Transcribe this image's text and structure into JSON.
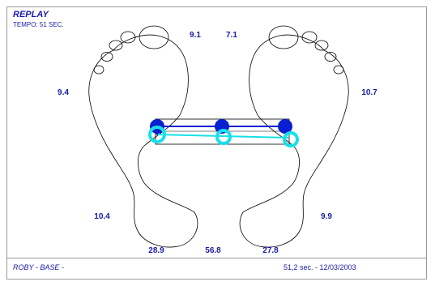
{
  "header": {
    "title": "REPLAY",
    "tempo": "TEMPO: 51    SEC."
  },
  "values": {
    "left_toe": "9.1",
    "right_toe": "7.1",
    "left_forefoot": "9.4",
    "right_forefoot": "10.7",
    "left_heel": "10.4",
    "right_heel": "9.9",
    "bottom_left": "28.9",
    "bottom_center": "56.8",
    "bottom_right": "27.8"
  },
  "footer": {
    "left": "ROBY  - BASE -",
    "right": "51,2 sec. - 12/03/2003"
  },
  "colors": {
    "text": "#1a1aa8",
    "dark_marker": "#0a1fd0",
    "light_marker": "#18e0e8",
    "outline": "#000000"
  }
}
